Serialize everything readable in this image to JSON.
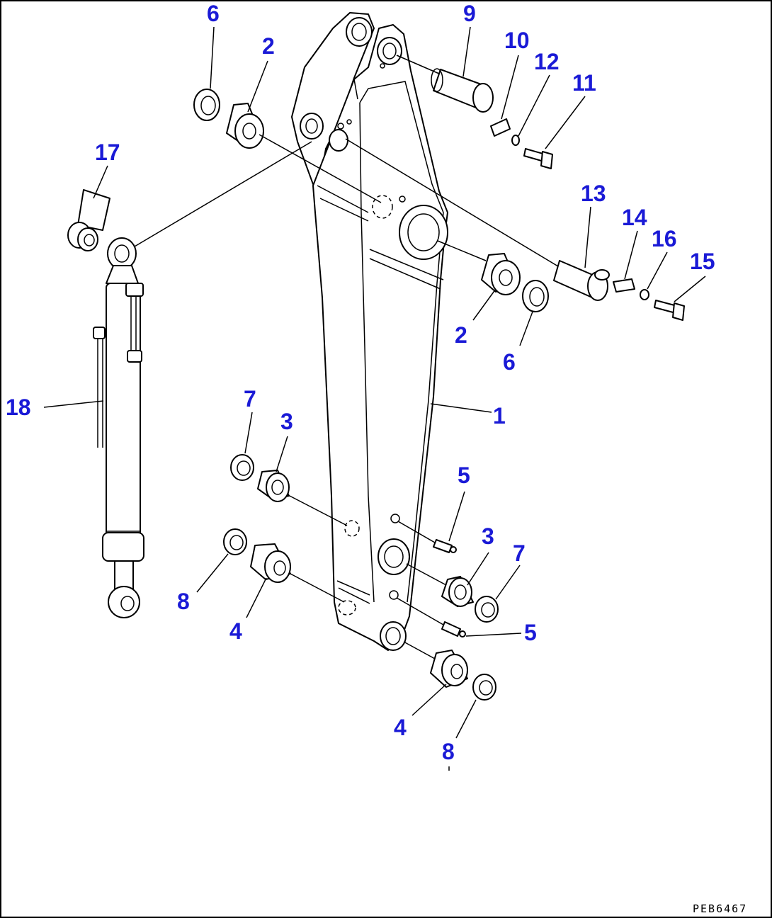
{
  "drawing_code": "PEB6467",
  "callouts": {
    "c1": "1",
    "c2a": "2",
    "c2b": "2",
    "c3a": "3",
    "c3b": "3",
    "c4a": "4",
    "c4b": "4",
    "c5a": "5",
    "c5b": "5",
    "c6a": "6",
    "c6b": "6",
    "c7a": "7",
    "c7b": "7",
    "c8a": "8",
    "c8b": "8",
    "c9": "9",
    "c10": "10",
    "c11": "11",
    "c12": "12",
    "c13": "13",
    "c14": "14",
    "c15": "15",
    "c16": "16",
    "c17": "17",
    "c18": "18"
  },
  "colors": {
    "callout": "#1a1ad6",
    "line": "#000000",
    "background": "#ffffff"
  }
}
